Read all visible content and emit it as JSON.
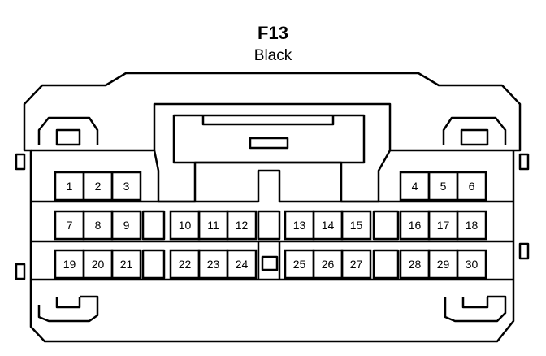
{
  "connector": {
    "id": "F13",
    "color_label": "Black",
    "pins_top_left": [
      "1",
      "2",
      "3"
    ],
    "pins_top_right": [
      "4",
      "5",
      "6"
    ],
    "pins_middle": [
      [
        "7",
        "8",
        "9"
      ],
      [
        "10",
        "11",
        "12"
      ],
      [
        "13",
        "14",
        "15"
      ],
      [
        "16",
        "17",
        "18"
      ]
    ],
    "pins_bottom": [
      [
        "19",
        "20",
        "21"
      ],
      [
        "22",
        "23",
        "24"
      ],
      [
        "25",
        "26",
        "27"
      ],
      [
        "28",
        "29",
        "30"
      ]
    ]
  }
}
